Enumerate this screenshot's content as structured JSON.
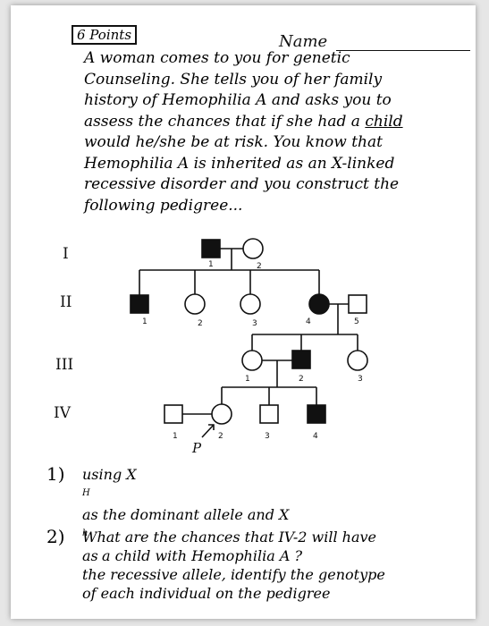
{
  "header": {
    "points": "6 Points",
    "name_label": "Name"
  },
  "intro_lines": [
    "A woman comes to you for genetic",
    "Counseling. She tells you of her family",
    "history of Hemophilia A and asks you to",
    "assess the chances that if she had a",
    "would he/she be at risk. You know that",
    "Hemophilia A is inherited as an X-linked",
    "recessive disorder and you construct the",
    "following pedigree..."
  ],
  "intro_underlined_word": "child",
  "generations": [
    "I",
    "II",
    "III",
    "IV"
  ],
  "pedigree": {
    "gen1": [
      "1",
      "2"
    ],
    "gen2": [
      "1",
      "2",
      "3",
      "4",
      "5"
    ],
    "gen3": [
      "1",
      "2",
      "3"
    ],
    "gen4": [
      "1",
      "2",
      "3",
      "4"
    ],
    "proband_label": "P"
  },
  "questions": [
    {
      "number": "1)",
      "line1_a": "using X",
      "line1_sup1": "H",
      "line1_b": " as the dominant allele and X",
      "line1_sup2": "h",
      "line1_c": " as",
      "line2": "the recessive allele, identify the genotype",
      "line3": "of each individual on the pedigree"
    },
    {
      "number": "2)",
      "line1": "What are the chances that IV-2 will have",
      "line2": "a child with Hemophilia A ?"
    }
  ]
}
